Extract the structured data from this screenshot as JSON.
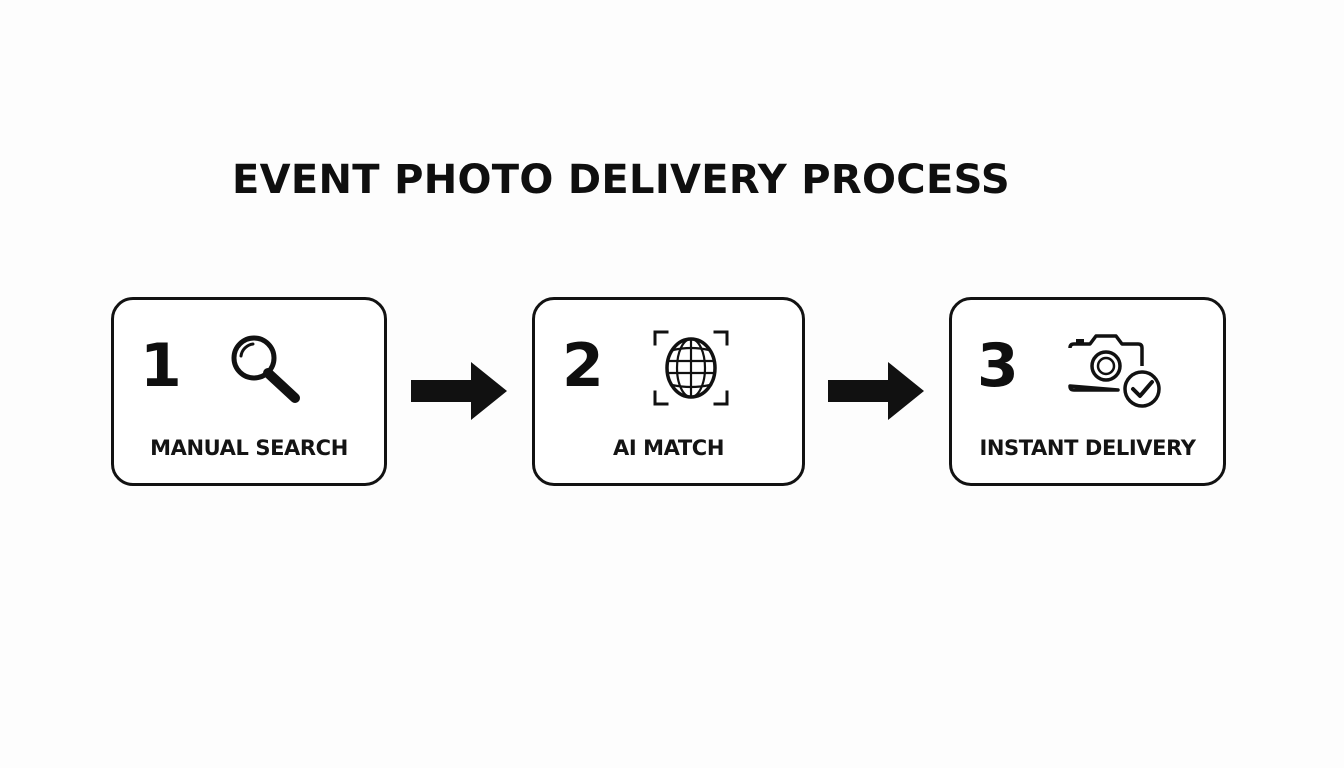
{
  "diagram": {
    "title": "EVENT PHOTO DELIVERY PROCESS",
    "steps": [
      {
        "number": "1",
        "label": "MANUAL SEARCH",
        "icon": "magnifying-glass-icon"
      },
      {
        "number": "2",
        "label": "AI MATCH",
        "icon": "face-scan-icon"
      },
      {
        "number": "3",
        "label": "INSTANT DELIVERY",
        "icon": "camera-check-icon"
      }
    ],
    "connectors": [
      "arrow-right-icon",
      "arrow-right-icon"
    ],
    "colors": {
      "background": "#fdfdfd",
      "ink": "#111111",
      "box_fill": "#ffffff"
    }
  }
}
